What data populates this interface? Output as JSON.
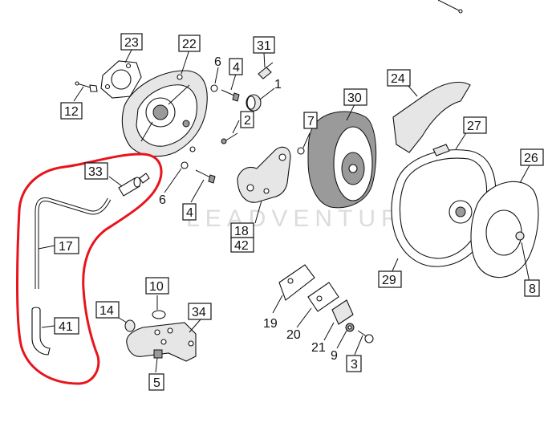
{
  "watermark": "LEADVENTURE",
  "highlight_color": "#e8141c",
  "labels": {
    "l23": "23",
    "l22": "22",
    "l31": "31",
    "l6a": "6",
    "l4a": "4",
    "l1": "1",
    "l12": "12",
    "l2": "2",
    "l30": "30",
    "l24": "24",
    "l7": "7",
    "l27": "27",
    "l26": "26",
    "l33": "33",
    "l6b": "6",
    "l4b": "4",
    "l18": "18",
    "l42": "42",
    "l17": "17",
    "l41": "41",
    "l10": "10",
    "l14": "14",
    "l34": "34",
    "l5": "5",
    "l19": "19",
    "l20": "20",
    "l21": "21",
    "l9": "9",
    "l3": "3",
    "l29": "29",
    "l8": "8"
  }
}
